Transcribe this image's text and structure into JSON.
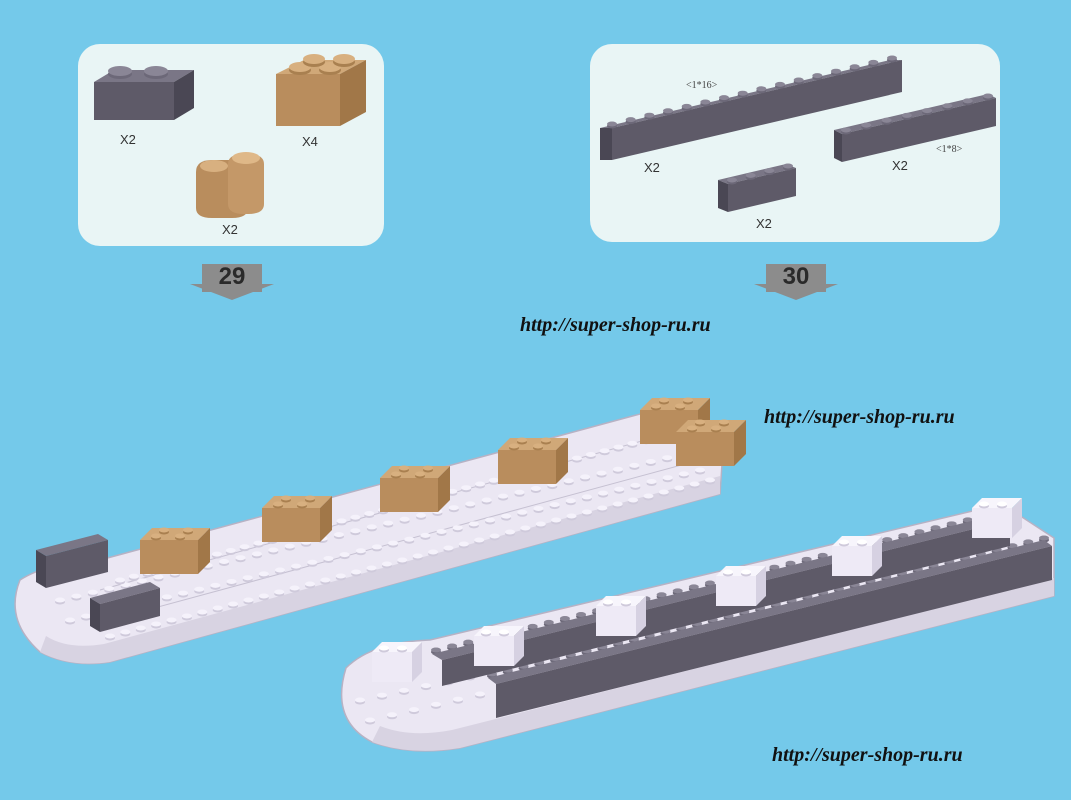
{
  "steps": [
    {
      "number": "29",
      "parts": [
        {
          "name": "dark gray 1x2 brick",
          "qty": "X2"
        },
        {
          "name": "tan 2x2 brick",
          "qty": "X4"
        },
        {
          "name": "tan 1x2 rounded brick",
          "qty": "X2"
        }
      ]
    },
    {
      "number": "30",
      "parts": [
        {
          "name": "dark gray 1x16 brick",
          "size": "<1*16>",
          "qty": "X2"
        },
        {
          "name": "dark gray 1x8 brick",
          "size": "<1*8>",
          "qty": "X2"
        },
        {
          "name": "dark gray 1x4 brick",
          "qty": "X2"
        }
      ]
    }
  ],
  "watermarks": [
    "http://super-shop-ru.ru",
    "http://super-shop-ru.ru",
    "http://super-shop-ru.ru"
  ],
  "colors": {
    "background": "#74c9ea",
    "panel": "#e9f5f5",
    "dark_gray_brick": "#5e5a68",
    "tan_brick": "#b98d5d",
    "white_brick": "#eeeaf6"
  }
}
